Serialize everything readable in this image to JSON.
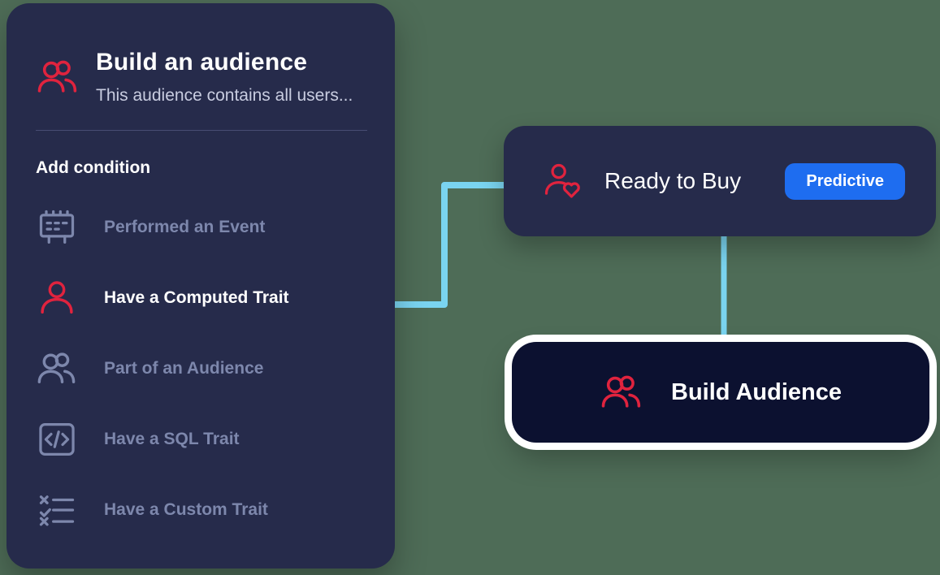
{
  "panel": {
    "title": "Build an audience",
    "subtitle": "This audience contains all users...",
    "section_label": "Add condition",
    "items": [
      {
        "label": "Performed an Event",
        "icon": "event-board-icon",
        "active": false
      },
      {
        "label": "Have a Computed Trait",
        "icon": "person-icon",
        "active": true
      },
      {
        "label": "Part of an Audience",
        "icon": "people-icon",
        "active": false
      },
      {
        "label": "Have a SQL Trait",
        "icon": "code-icon",
        "active": false
      },
      {
        "label": "Have a Custom Trait",
        "icon": "checklist-icon",
        "active": false
      }
    ]
  },
  "canvas": {
    "ready_card": {
      "title": "Ready to Buy",
      "badge_label": "Predictive",
      "icon": "person-heart-icon"
    },
    "build_card": {
      "title": "Build Audience",
      "icon": "people-icon"
    }
  },
  "colors": {
    "background_green": "#4E6C57",
    "panel_navy": "#262B4B",
    "card_dark_navy": "#0C1130",
    "accent_red": "#E0233E",
    "badge_blue": "#1E6DF0",
    "connector_blue": "#7AD4F0",
    "muted_text": "#7D87AC"
  }
}
